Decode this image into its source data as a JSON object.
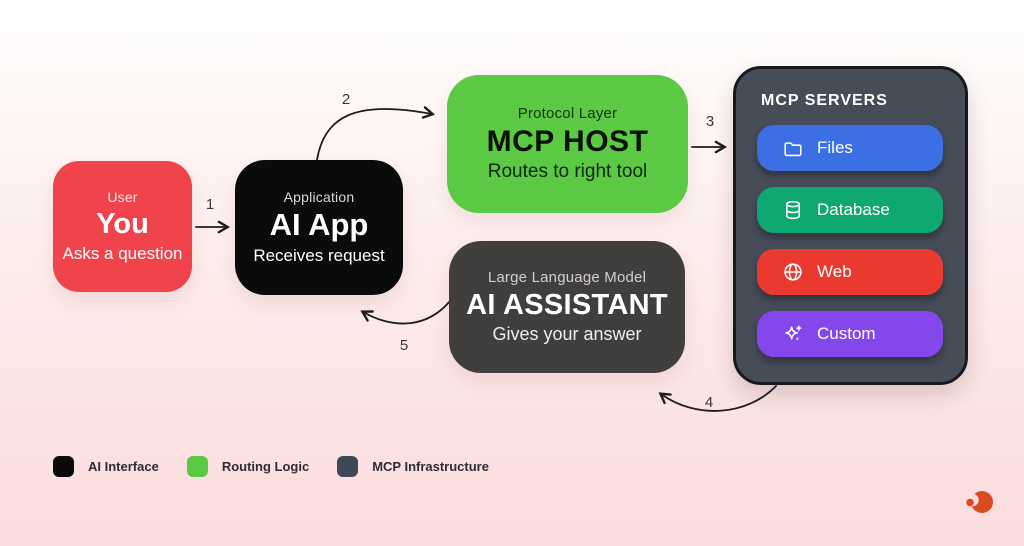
{
  "nodes": {
    "user": {
      "kicker": "User",
      "title": "You",
      "subtitle": "Asks a question"
    },
    "app": {
      "kicker": "Application",
      "title": "AI App",
      "subtitle": "Receives request"
    },
    "host": {
      "kicker": "Protocol Layer",
      "title": "MCP HOST",
      "subtitle": "Routes to right tool"
    },
    "assistant": {
      "kicker": "Large Language Model",
      "title": "AI ASSISTANT",
      "subtitle": "Gives your answer"
    }
  },
  "servers": {
    "title": "MCP SERVERS",
    "items": [
      {
        "label": "Files",
        "icon": "folder-icon",
        "color": "#3c6fe3"
      },
      {
        "label": "Database",
        "icon": "database-icon",
        "color": "#0fa870"
      },
      {
        "label": "Web",
        "icon": "globe-icon",
        "color": "#ea3a30"
      },
      {
        "label": "Custom",
        "icon": "sparkles-icon",
        "color": "#8347ec"
      }
    ]
  },
  "steps": [
    "1",
    "2",
    "3",
    "4",
    "5"
  ],
  "legend": [
    {
      "label": "AI Interface",
      "color": "#0b0b0b"
    },
    {
      "label": "Routing Logic",
      "color": "#5bc943"
    },
    {
      "label": "MCP Infrastructure",
      "color": "#3f4857"
    }
  ],
  "colors": {
    "background_top": "#ffffff",
    "background_bottom": "#fbdcdd",
    "user_box": "#f0444c",
    "app_box": "#0b0b0b",
    "host_box": "#5bc943",
    "assistant_box": "#413f3e",
    "servers_panel": "#464d59",
    "arrow": "#1d1d1f",
    "logo": "#dc4a22"
  }
}
